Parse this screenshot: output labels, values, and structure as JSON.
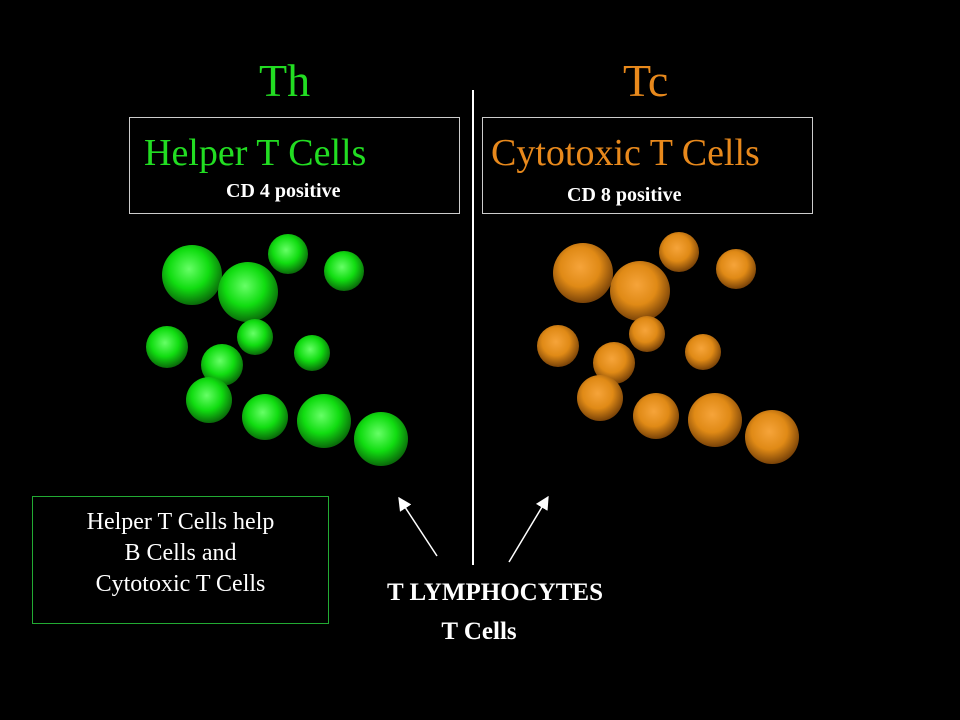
{
  "colors": {
    "helper": "#22dd22",
    "cytotoxic": "#e8891c",
    "text": "#ffffff"
  },
  "left": {
    "abbrev": "Th",
    "title": "Helper T Cells",
    "marker": "CD 4  positive"
  },
  "right": {
    "abbrev": "Tc",
    "title": "Cytotoxic T Cells",
    "marker": "CD 8  positive"
  },
  "note": {
    "lines": [
      "Helper T Cells help",
      "B Cells and",
      "Cytotoxic T Cells"
    ]
  },
  "center": {
    "line1": "T  LYMPHOCYTES",
    "line2": "T Cells"
  }
}
